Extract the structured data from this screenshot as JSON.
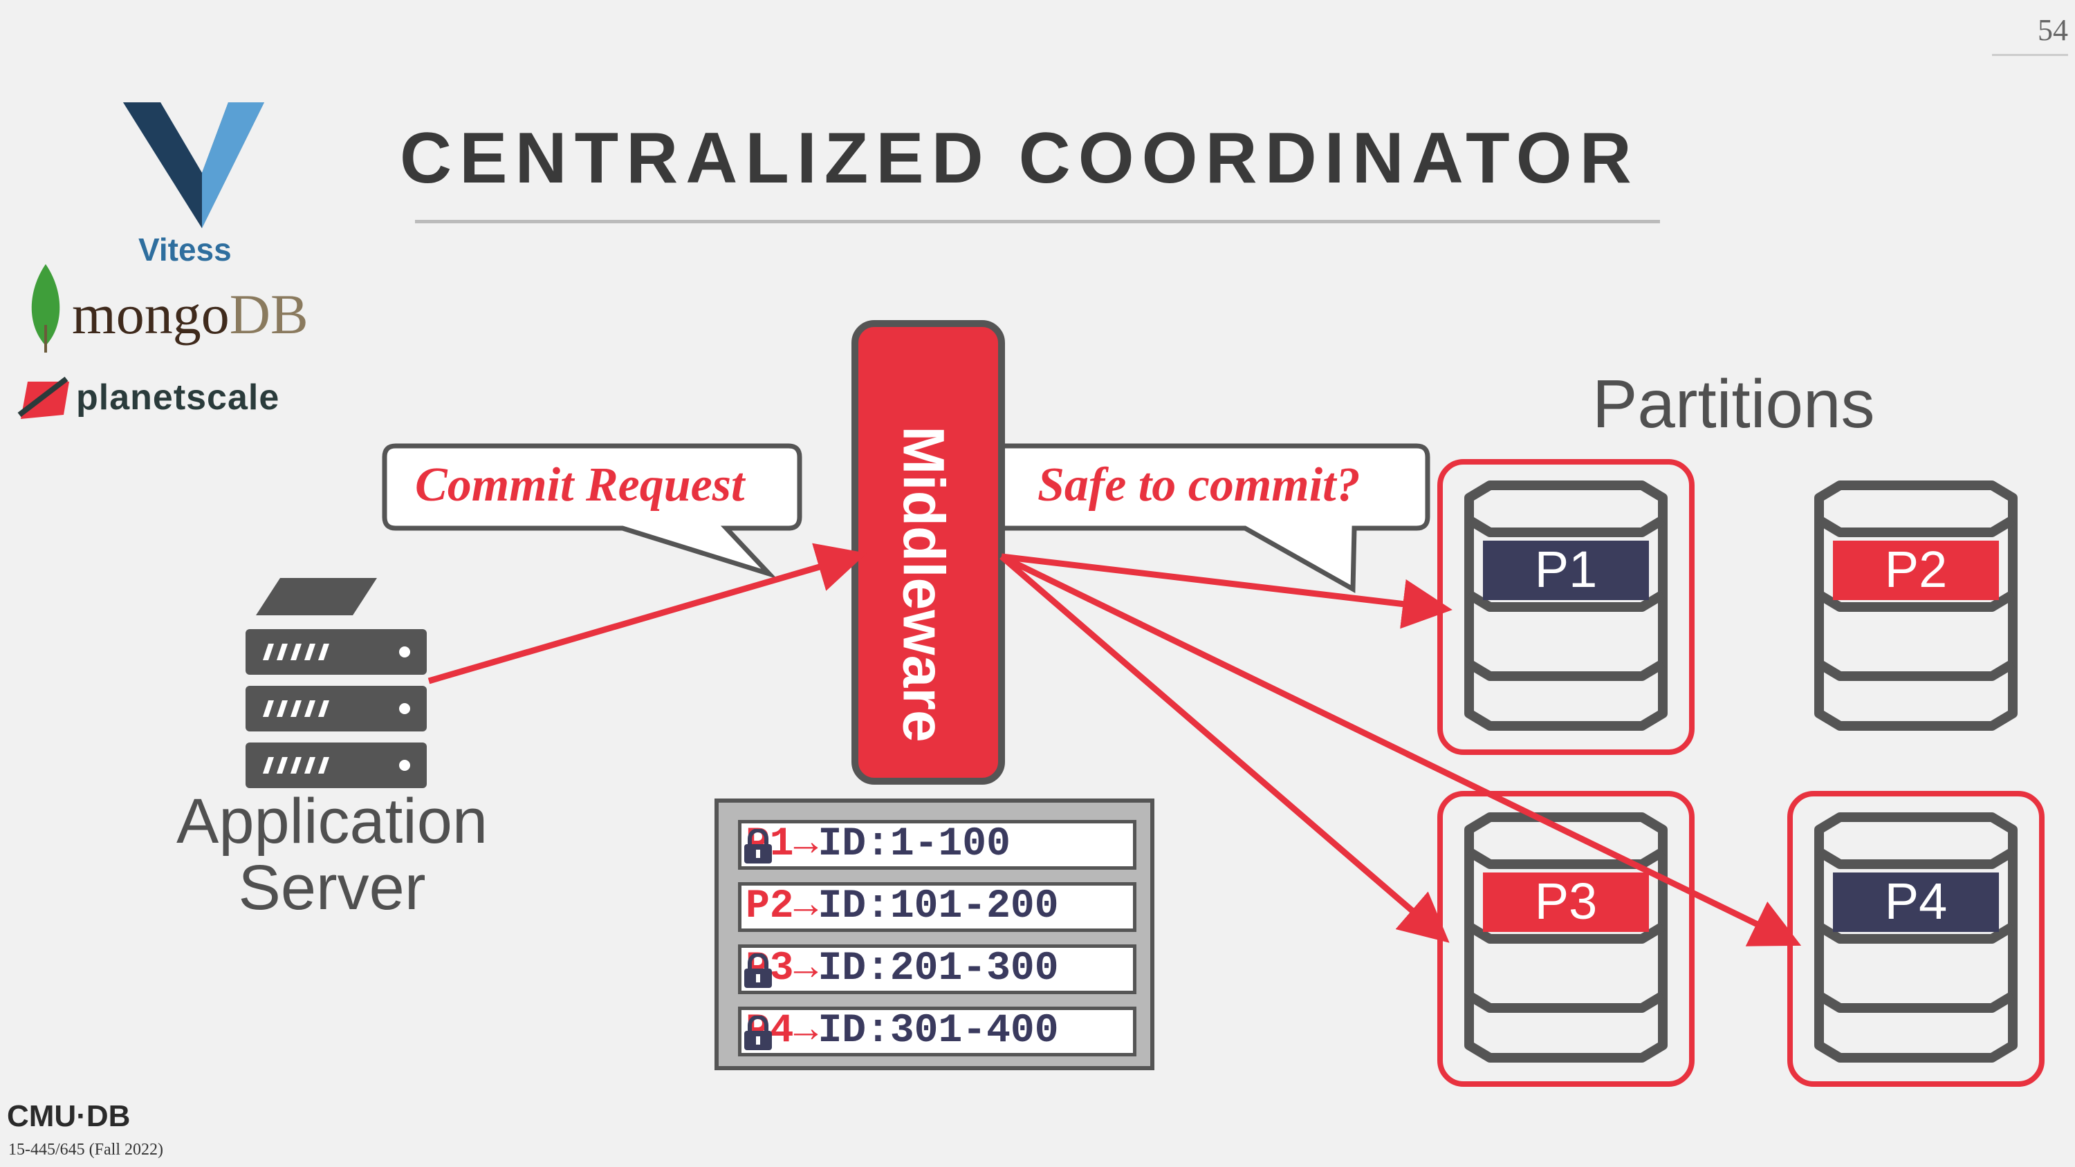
{
  "slide_number": "54",
  "title": "CENTRALIZED COORDINATOR",
  "logos": {
    "vitess": "Vitess",
    "mongodb_main": "mongo",
    "mongodb_db": "DB",
    "planetscale": "planetscale"
  },
  "app_server": {
    "line1": "Application",
    "line2": "Server"
  },
  "middleware": "Middleware",
  "bubbles": {
    "commit_request": "Commit Request",
    "safe_to_commit": "Safe to commit?"
  },
  "partitions_label": "Partitions",
  "partitions": [
    {
      "label": "P1",
      "fill": "#3b3d5c",
      "highlighted": true
    },
    {
      "label": "P2",
      "fill": "#e8323f",
      "highlighted": false
    },
    {
      "label": "P3",
      "fill": "#e8323f",
      "highlighted": true
    },
    {
      "label": "P4",
      "fill": "#3b3d5c",
      "highlighted": true
    }
  ],
  "lookup_table": [
    {
      "partition": "P1",
      "arrow": "→",
      "range": "ID:1-100",
      "locked": true
    },
    {
      "partition": "P2",
      "arrow": "→",
      "range": "ID:101-200",
      "locked": false
    },
    {
      "partition": "P3",
      "arrow": "→",
      "range": "ID:201-300",
      "locked": true
    },
    {
      "partition": "P4",
      "arrow": "→",
      "range": "ID:301-400",
      "locked": true
    }
  ],
  "footer": {
    "logo": "CMU·DB",
    "course": "15-445/645 (Fall 2022)"
  },
  "colors": {
    "accent_red": "#e8323f",
    "navy": "#3b3d5c",
    "gray": "#555555"
  }
}
